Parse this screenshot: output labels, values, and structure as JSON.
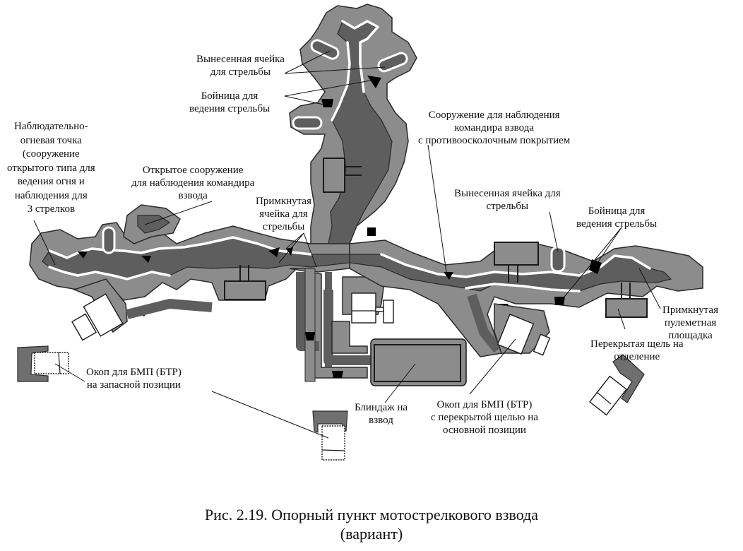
{
  "figure": {
    "caption_line1": "Рис. 2.19. Опорный пункт мотострелкового взвода",
    "caption_line2": "(вариант)"
  },
  "labels": {
    "advanced_cell_top": [
      "Вынесенная ячейка",
      "для стрельбы"
    ],
    "loophole_top": [
      "Бойница для",
      "ведения стрельбы"
    ],
    "observation_fire_point": [
      "Наблюдательно-",
      "огневая точка",
      "(сооружение",
      "открытого типа для",
      "ведения огня и",
      "наблюдения для",
      "3 стрелков"
    ],
    "open_commander_post": [
      "Открытое сооружение",
      "для наблюдения командира",
      "взвода"
    ],
    "adjoining_cell": [
      "Примкнутая",
      "ячейка для",
      "стрельбы"
    ],
    "covered_commander_post": [
      "Сооружение для  наблюдения",
      "командира взвода",
      "с противоосколочным покрытием"
    ],
    "advanced_cell_right": [
      "Вынесенная ячейка для",
      "стрельбы"
    ],
    "loophole_right": [
      "Бойница для",
      "ведения стрельбы"
    ],
    "adjoining_mg_platform": [
      "Примкнутая",
      "пулеметная",
      "площадка"
    ],
    "covered_slit": [
      "Перекрытая щель на",
      "отделение"
    ],
    "reserve_ifv_trench": [
      "Окоп для БМП (БТР)",
      "на запасной позиции"
    ],
    "dugout": [
      "Блиндаж на",
      "взвод"
    ],
    "main_ifv_trench": [
      "Окоп для БМП (БТР)",
      "с перекрытой щелью на",
      "основной позиции"
    ]
  },
  "colors": {
    "parapet": "#8c8c8c",
    "trench": "#5e5e5e",
    "outline": "#2a2a2a",
    "loophole": "#000000",
    "background": "#ffffff"
  }
}
